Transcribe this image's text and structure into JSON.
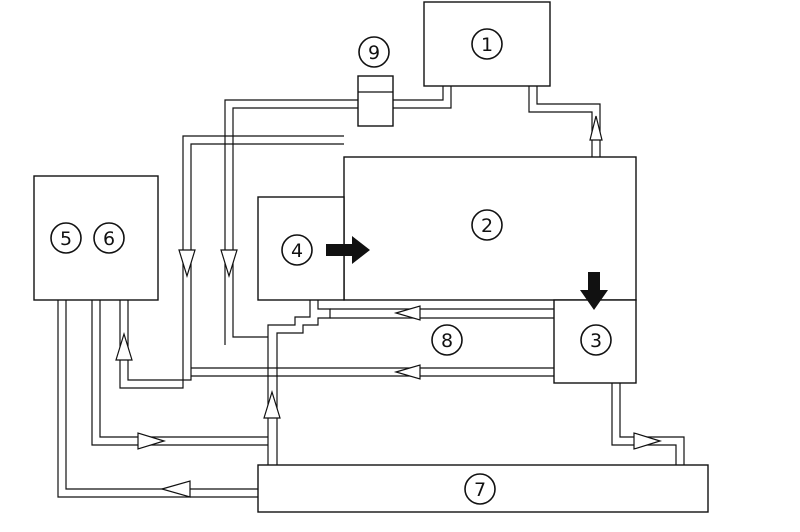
{
  "diagram": {
    "components": [
      {
        "id": "box-1",
        "label": "1"
      },
      {
        "id": "box-2",
        "label": "2"
      },
      {
        "id": "box-3",
        "label": "3"
      },
      {
        "id": "box-4",
        "label": "4"
      },
      {
        "id": "box-5-6-a",
        "label": "5"
      },
      {
        "id": "box-5-6-b",
        "label": "6"
      },
      {
        "id": "box-7",
        "label": "7"
      },
      {
        "id": "pipe-8",
        "label": "8"
      },
      {
        "id": "valve-9",
        "label": "9"
      }
    ],
    "colors": {
      "line": "#111111",
      "background": "#ffffff"
    }
  }
}
